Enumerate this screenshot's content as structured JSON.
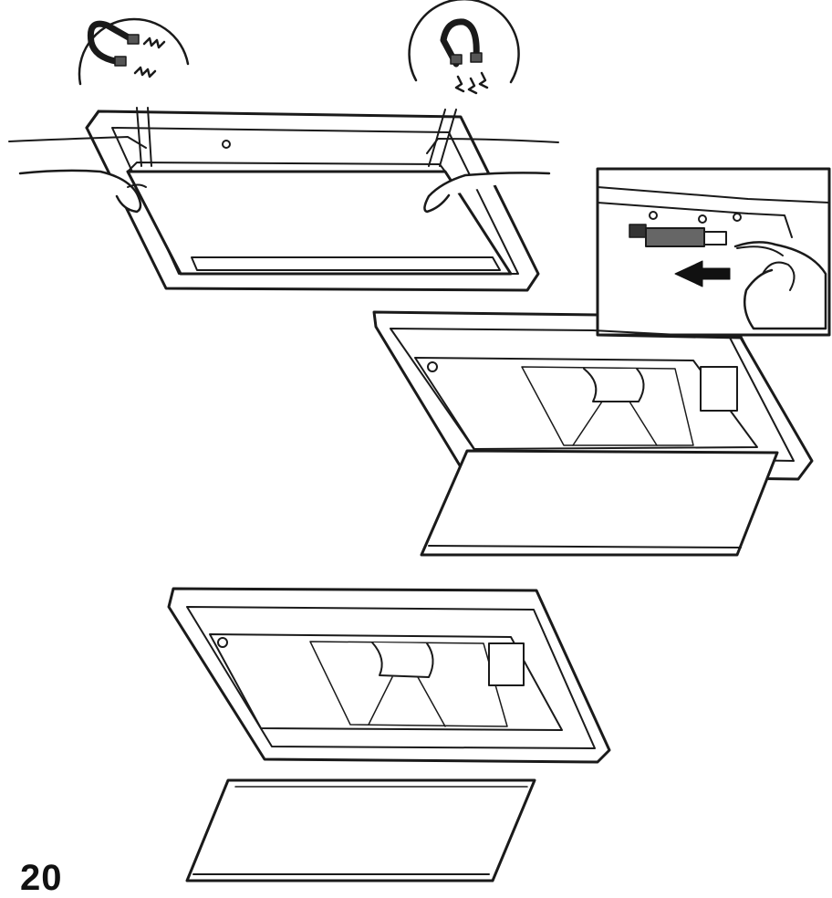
{
  "page": {
    "page_number": "20",
    "background_color": "#ffffff",
    "line_color": "#1a1a1a",
    "fill_color": "#ffffff"
  },
  "figures": [
    {
      "name": "step-1-remove-filter-panel",
      "icons": [
        "magnet-icon",
        "magnet-icon",
        "hand-icon",
        "hand-icon"
      ]
    },
    {
      "name": "step-2-disconnect-cable",
      "icons": [
        "connector-plug-icon",
        "arrow-left-icon",
        "finger-icon"
      ]
    },
    {
      "name": "step-3-separate-panel",
      "icons": []
    }
  ]
}
